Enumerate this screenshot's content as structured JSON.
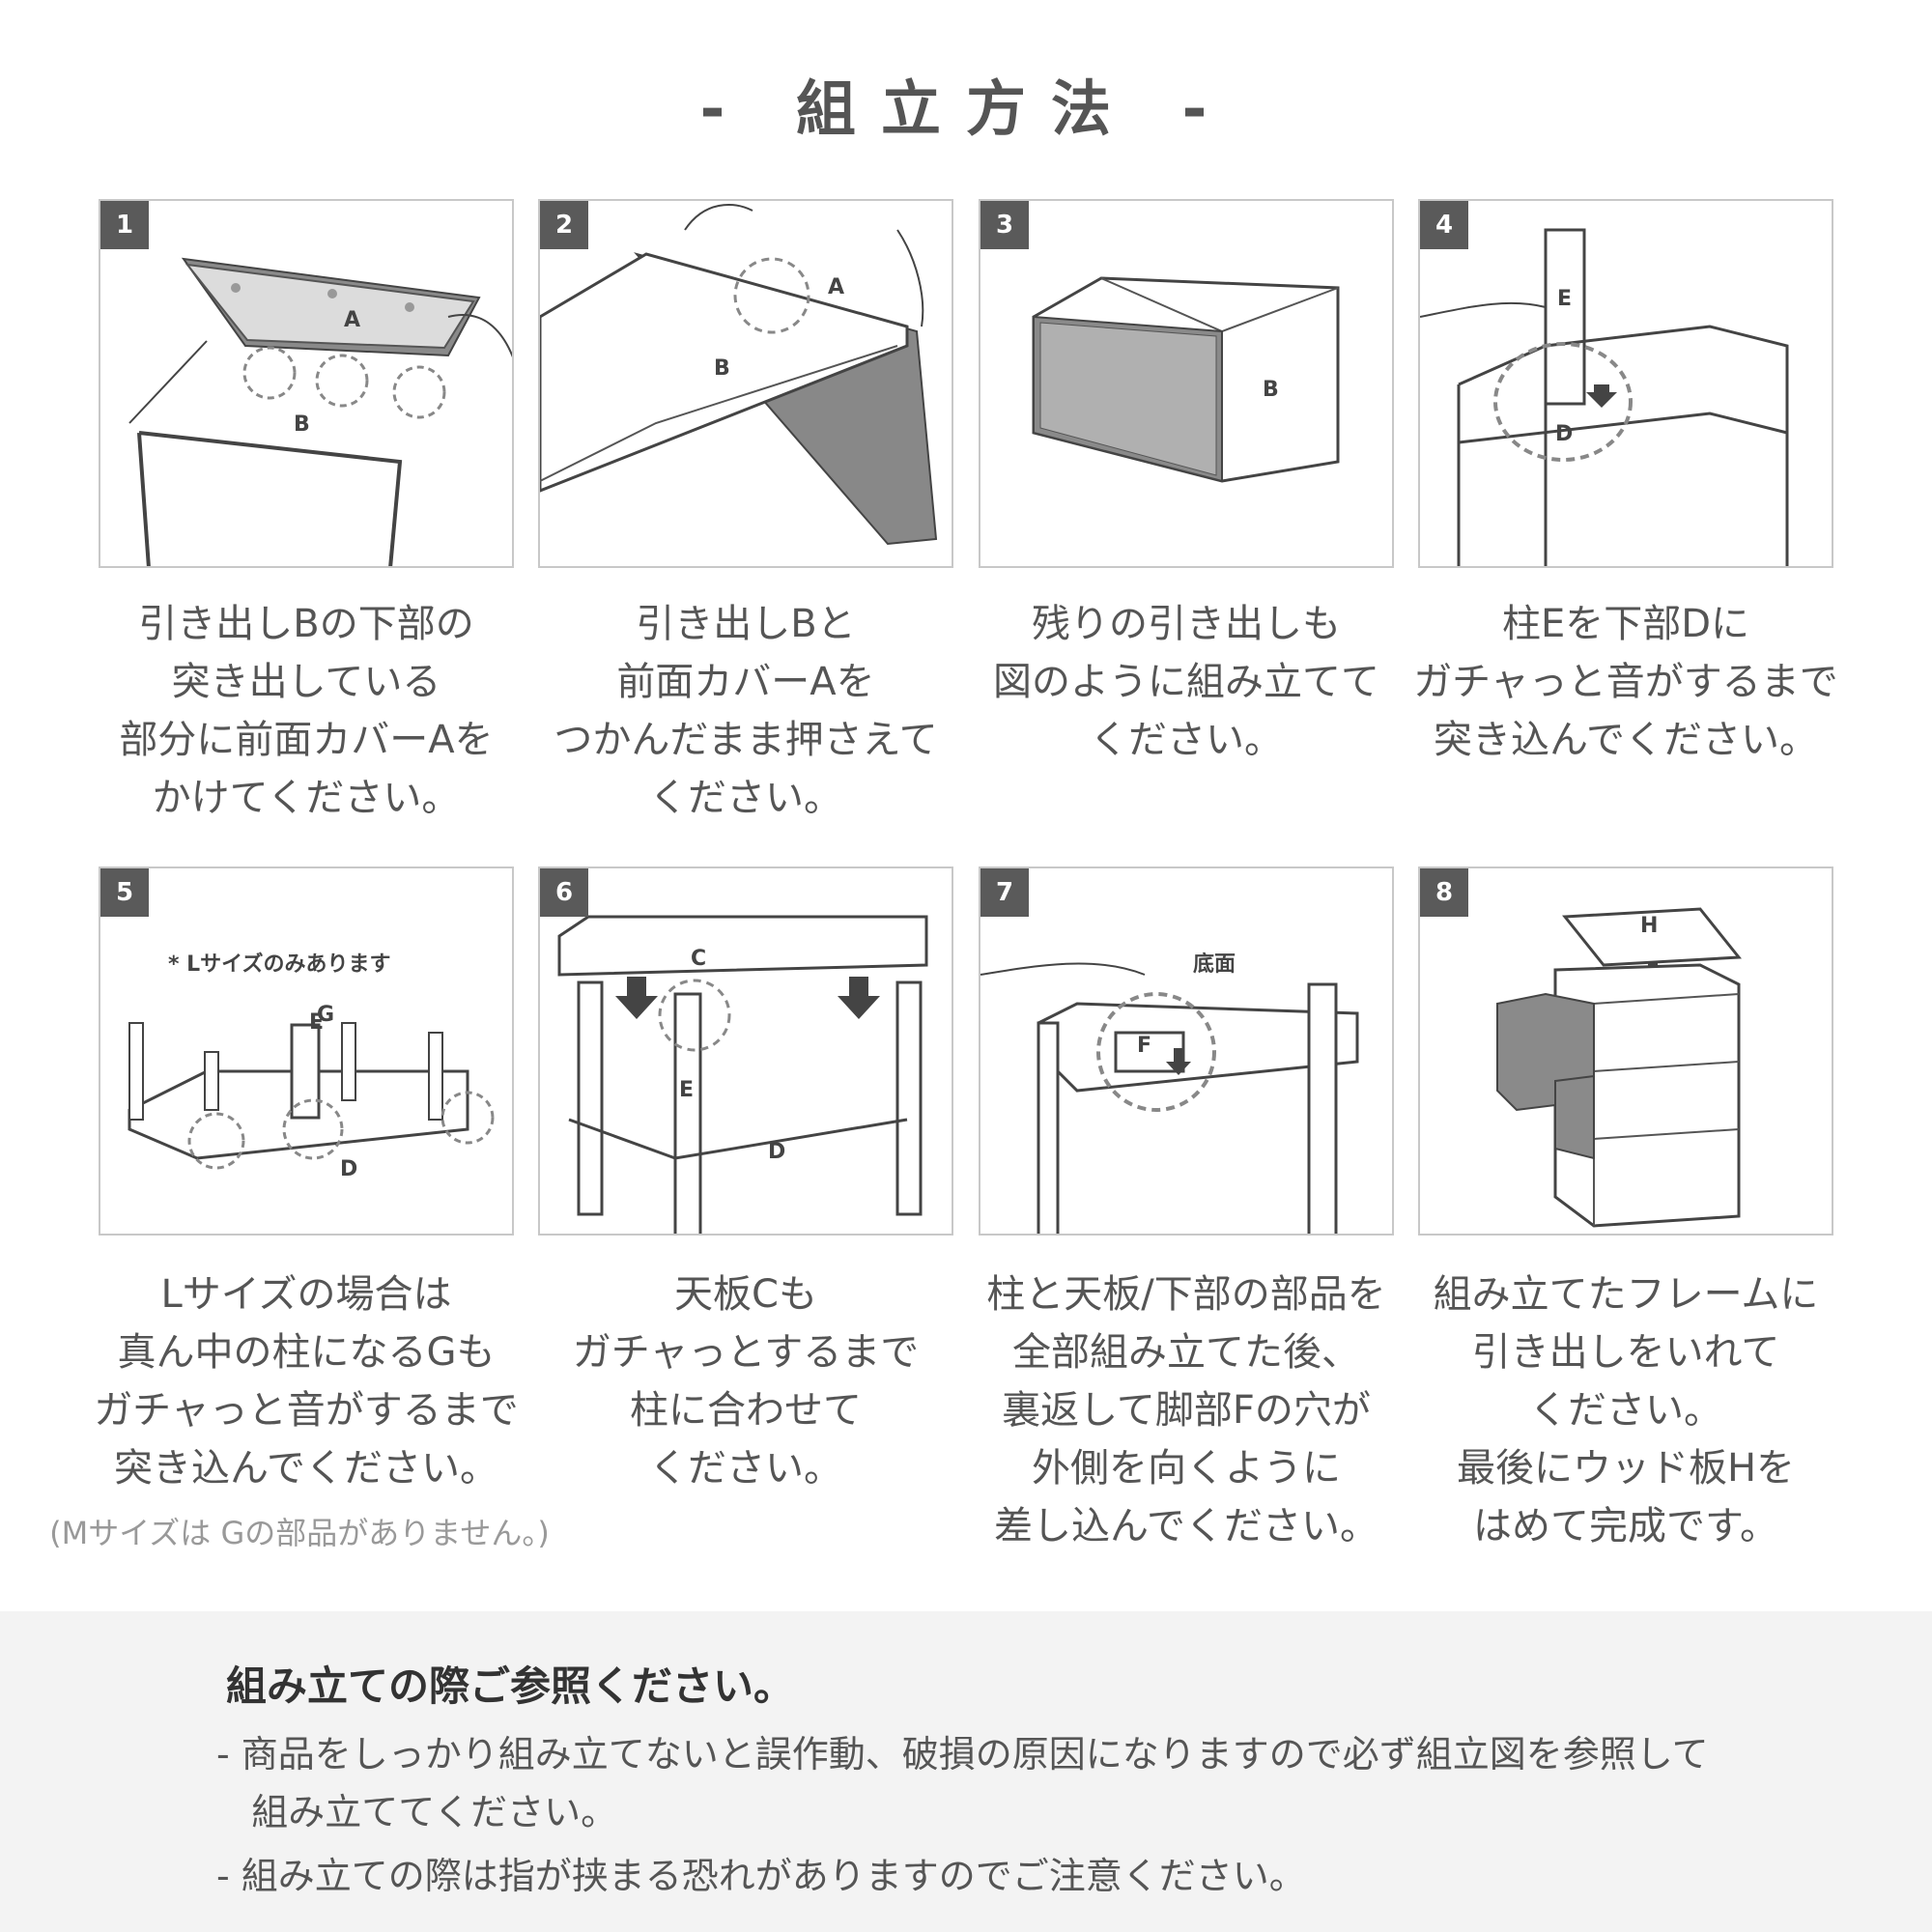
{
  "title": "- 組立方法 -",
  "steps": [
    {
      "num": "1",
      "lines": [
        "引き出しBの下部の",
        "突き出している",
        "部分に前面カバーAを",
        "かけてください。"
      ],
      "labels": [
        "A",
        "B"
      ]
    },
    {
      "num": "2",
      "lines": [
        "引き出しBと",
        "前面カバーAを",
        "つかんだまま押さえて",
        "ください。"
      ],
      "labels": [
        "A",
        "B"
      ]
    },
    {
      "num": "3",
      "lines": [
        "残りの引き出しも",
        "図のように組み立てて",
        "ください。"
      ],
      "labels": [
        "B"
      ]
    },
    {
      "num": "4",
      "lines": [
        "柱Eを下部Dに",
        "ガチャっと音がするまで",
        "突き込んでください。"
      ],
      "labels": [
        "E",
        "D"
      ]
    },
    {
      "num": "5",
      "lines": [
        "Lサイズの場合は",
        "真ん中の柱になるGも",
        "ガチャっと音がするまで",
        "突き込んでください。"
      ],
      "labels": [
        "E",
        "G",
        "D"
      ],
      "annotation": "* Lサイズのみあります"
    },
    {
      "num": "6",
      "lines": [
        "天板Cも",
        "ガチャっとするまで",
        "柱に合わせて",
        "ください。"
      ],
      "labels": [
        "C",
        "E",
        "D"
      ]
    },
    {
      "num": "7",
      "lines": [
        "柱と天板/下部の部品を",
        "全部組み立てた後、",
        "裏返して脚部Fの穴が",
        "外側を向くように",
        "差し込んでください。"
      ],
      "labels": [
        "F"
      ],
      "annotation": "底面"
    },
    {
      "num": "8",
      "lines": [
        "組み立てたフレームに",
        "引き出しをいれて",
        "ください。",
        "最後にウッド板Hを",
        "はめて完成です。"
      ],
      "labels": [
        "H"
      ]
    }
  ],
  "note": "(Mサイズは Gの部品がありません。)",
  "reference": {
    "title": "組み立ての際ご参照ください。",
    "items": [
      "- 商品をしっかり組み立てないと誤作動、破損の原因になりますので必ず組立図を参照して",
      "   組み立ててください。",
      "- 組み立ての際は指が挟まる恐れがありますのでご注意ください。"
    ]
  }
}
